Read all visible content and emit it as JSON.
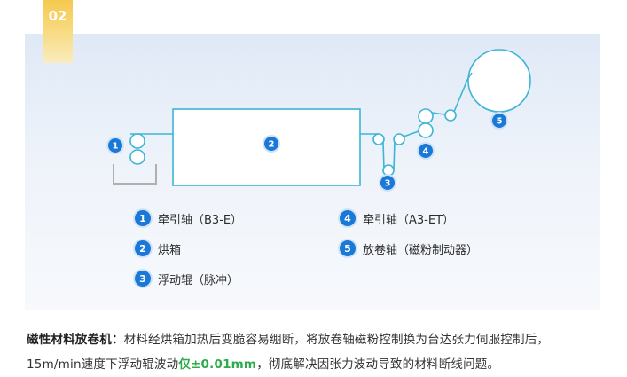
{
  "badge": {
    "number": "02"
  },
  "markers": [
    "1",
    "2",
    "3",
    "4",
    "5"
  ],
  "legend": [
    {
      "num": "1",
      "label": "牵引轴（B3-E）"
    },
    {
      "num": "2",
      "label": "烘箱"
    },
    {
      "num": "3",
      "label": "浮动辊（脉冲）"
    },
    {
      "num": "4",
      "label": "牵引轴（A3-ET）"
    },
    {
      "num": "5",
      "label": "放卷轴（磁粉制动器）"
    }
  ],
  "caption": {
    "title": "磁性材料放卷机：",
    "part1": "材料经烘箱加热后变脆容易绷断，将放卷轴磁粉控制换为台达张力伺服控制后，15m/min速度下浮动辊波动",
    "highlight": "仅±0.01mm",
    "part2": "，彻底解决因张力波动导致的材料断线问题。"
  },
  "colors": {
    "line": "#3db5d6",
    "marker": "#1a78d6",
    "badge": "#f5c94e",
    "highlight": "#2eab4b"
  }
}
